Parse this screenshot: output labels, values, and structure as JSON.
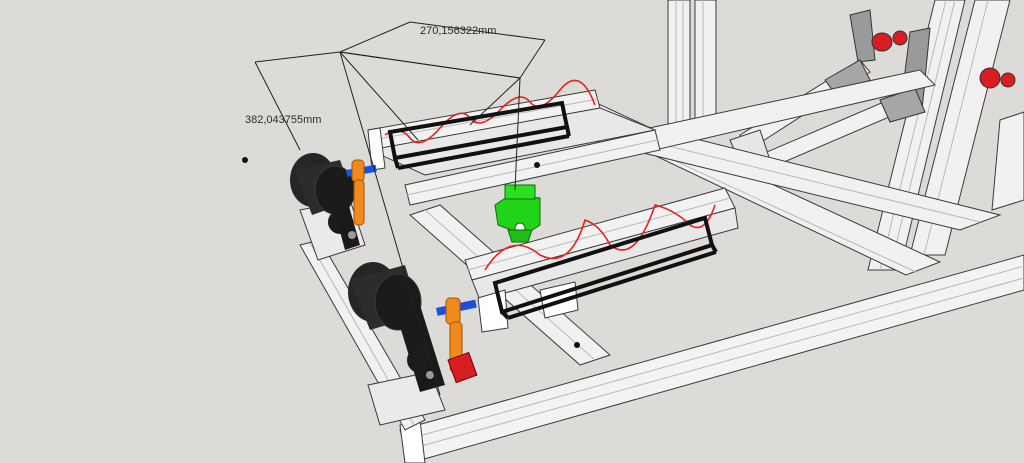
{
  "canvas": {
    "background": "#dcdbd8",
    "profile_fill": "#f1f1f1",
    "profile_edge": "#3a3a3a",
    "motor_color": "#262626",
    "shaft_color": "#1a4fe0",
    "coupler_color": "#f08a1c",
    "mount_color": "#22d419",
    "trace_color": "#e8201e",
    "stop_color": "#d81e22"
  },
  "dimensions": {
    "width_label": "270,156322mm",
    "depth_label": "382,043755mm"
  },
  "parts": {
    "motors": [
      "motor-upper-icon",
      "motor-lower-icon"
    ],
    "frame": "aluminium-extrusion-frame",
    "pedals": "pedal-assembly-icon"
  }
}
